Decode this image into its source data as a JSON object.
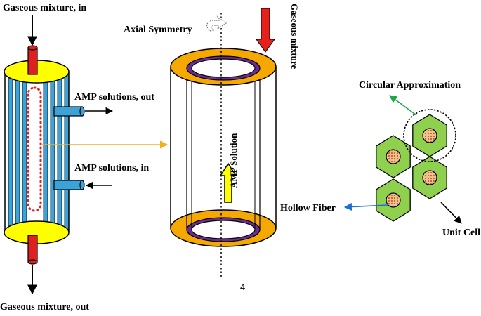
{
  "labels": {
    "gas_in": "Gaseous mixture, in",
    "gas_out": "Gaseous mixture, out",
    "amp_out": "AMP solutions, out",
    "amp_in": "AMP solutions, in",
    "axial_symmetry": "Axial Symmetry",
    "gaseous_mixture_vertical": "Gaseous mixture",
    "amp_solution_vertical": "AMP Solution",
    "circular_approximation": "Circular Approximation",
    "hollow_fiber": "Hollow Fiber",
    "unit_cell": "Unit Cell",
    "page_number": "4"
  },
  "colors": {
    "shell_blue": "#3ba3d8",
    "cap_yellow": "#ffff00",
    "port_red": "#e02020",
    "outer_orange": "#f5a800",
    "inner_purple": "#6a2c91",
    "gas_arrow_red": "#e8201c",
    "amp_arrow_yellow": "#ffff00",
    "hex_green": "#8fd14f",
    "fiber_orange": "#e8a46c",
    "pointer_green": "#1aa84a",
    "pointer_blue": "#1f6fd0",
    "pointer_orange": "#f0b020"
  },
  "icons": {
    "axial_symmetry": "curved-arrow-icon"
  }
}
